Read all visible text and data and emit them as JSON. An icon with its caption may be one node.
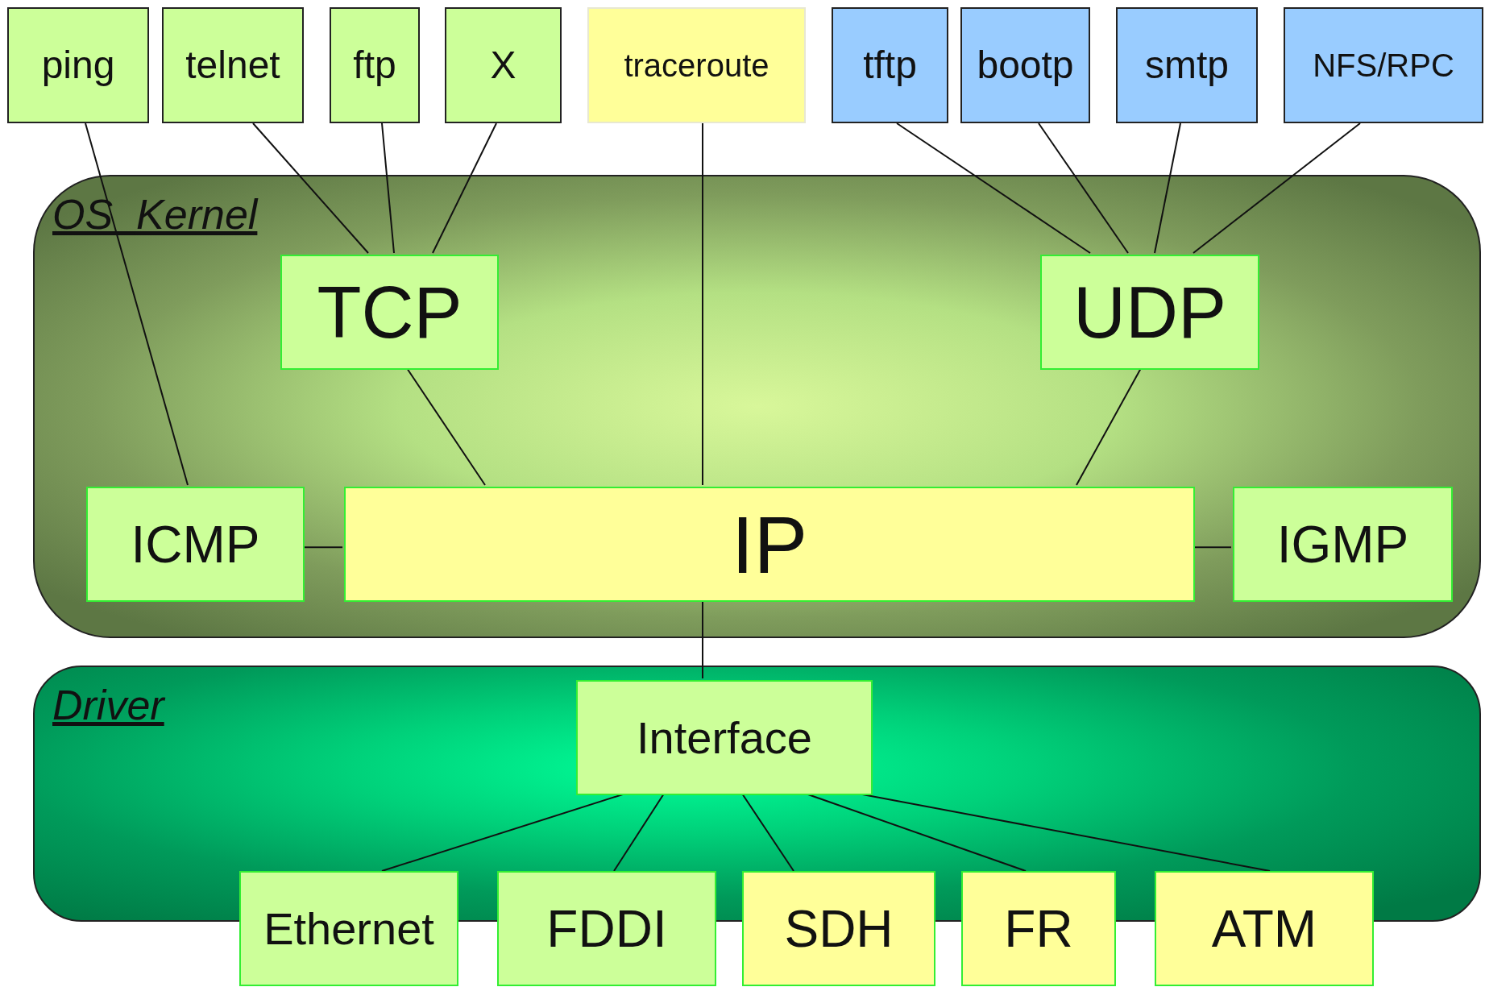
{
  "diagram": {
    "nodes": [
      {
        "text": [
          "ping"
        ]
      },
      {
        "text": [
          "telnet"
        ]
      },
      {
        "text": [
          "ftp"
        ]
      },
      {
        "text": [
          "X"
        ]
      },
      {
        "text": [
          "traceroute"
        ]
      },
      {
        "text": [
          "tftp"
        ]
      },
      {
        "text": [
          "bootp"
        ]
      },
      {
        "text": [
          "smtp"
        ]
      },
      {
        "text": [
          "NFS/RPC"
        ]
      },
      {
        "text": [
          "OS_Kernel"
        ]
      },
      {
        "text": [
          "TCP"
        ],
        "in": 9
      },
      {
        "text": [
          "UDP"
        ],
        "in": 9
      },
      {
        "text": [
          "ICMP"
        ],
        "in": 9
      },
      {
        "text": [
          "IP"
        ],
        "in": 9
      },
      {
        "text": [
          "IGMP"
        ],
        "in": 9
      },
      {
        "text": [
          "Driver"
        ]
      },
      {
        "text": [
          "Interface"
        ],
        "in": 15
      },
      {
        "text": [
          "Ethernet"
        ]
      },
      {
        "text": [
          "FDDI"
        ]
      },
      {
        "text": [
          "SDH"
        ]
      },
      {
        "text": [
          "FR"
        ]
      },
      {
        "text": [
          "ATM"
        ]
      }
    ],
    "edges": [
      {
        "from": 0,
        "to": 12,
        "arrow": "none"
      },
      {
        "from": 1,
        "to": 10,
        "arrow": "none"
      },
      {
        "from": 2,
        "to": 10,
        "arrow": "none"
      },
      {
        "from": 3,
        "to": 10,
        "arrow": "none"
      },
      {
        "from": 4,
        "to": 13,
        "arrow": "none"
      },
      {
        "from": 5,
        "to": 11,
        "arrow": "none"
      },
      {
        "from": 6,
        "to": 11,
        "arrow": "none"
      },
      {
        "from": 7,
        "to": 11,
        "arrow": "none"
      },
      {
        "from": 8,
        "to": 11,
        "arrow": "none"
      },
      {
        "from": 10,
        "to": 13,
        "arrow": "none"
      },
      {
        "from": 11,
        "to": 13,
        "arrow": "none"
      },
      {
        "from": 12,
        "to": 13,
        "arrow": "none"
      },
      {
        "from": 13,
        "to": 14,
        "arrow": "none"
      },
      {
        "from": 13,
        "to": 16,
        "arrow": "none"
      },
      {
        "from": 16,
        "to": 17,
        "arrow": "none"
      },
      {
        "from": 16,
        "to": 18,
        "arrow": "none"
      },
      {
        "from": 16,
        "to": 19,
        "arrow": "none"
      },
      {
        "from": 16,
        "to": 20,
        "arrow": "none"
      },
      {
        "from": 16,
        "to": 21,
        "arrow": "none"
      }
    ]
  }
}
